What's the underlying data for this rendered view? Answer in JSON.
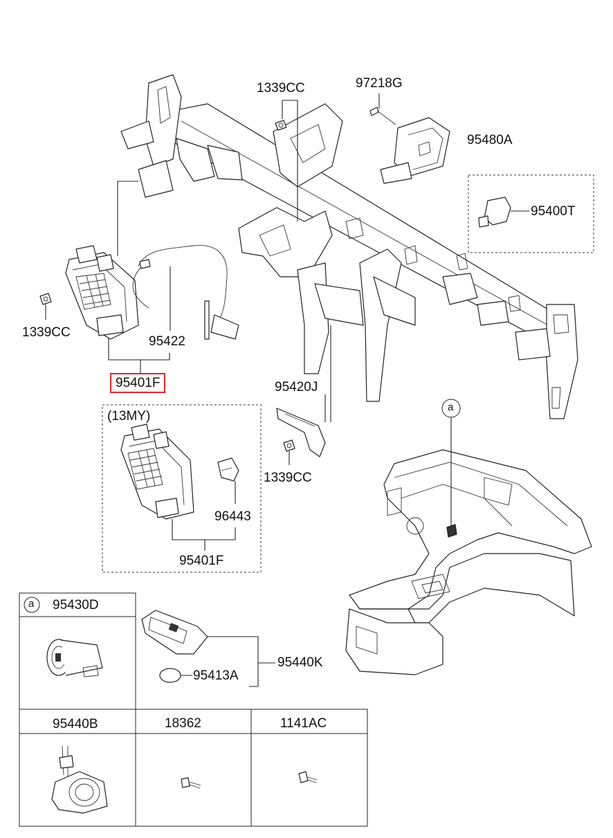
{
  "labels": {
    "crash_pad_bolt_top": "1339CC",
    "screw_top": "97218G",
    "module_right": "95480A",
    "sensor_dashed": "95400T",
    "nut_left": "1339CC",
    "antenna_cable": "95422",
    "smart_key_unit": "95401F",
    "bracket": "95420J",
    "nut_bracket": "1339CC",
    "callout_a": "a",
    "my13_group": "(13MY)",
    "my13_sensor": "96443",
    "my13_unit": "95401F",
    "legend_a_circle": "a",
    "legend_a_part": "95430D",
    "fob": "95440K",
    "battery": "95413A",
    "start_button": "95440B",
    "bolt_1": "18362",
    "bolt_2": "1141AC"
  },
  "colors": {
    "highlight": "#e2252a",
    "line": "#222222"
  }
}
